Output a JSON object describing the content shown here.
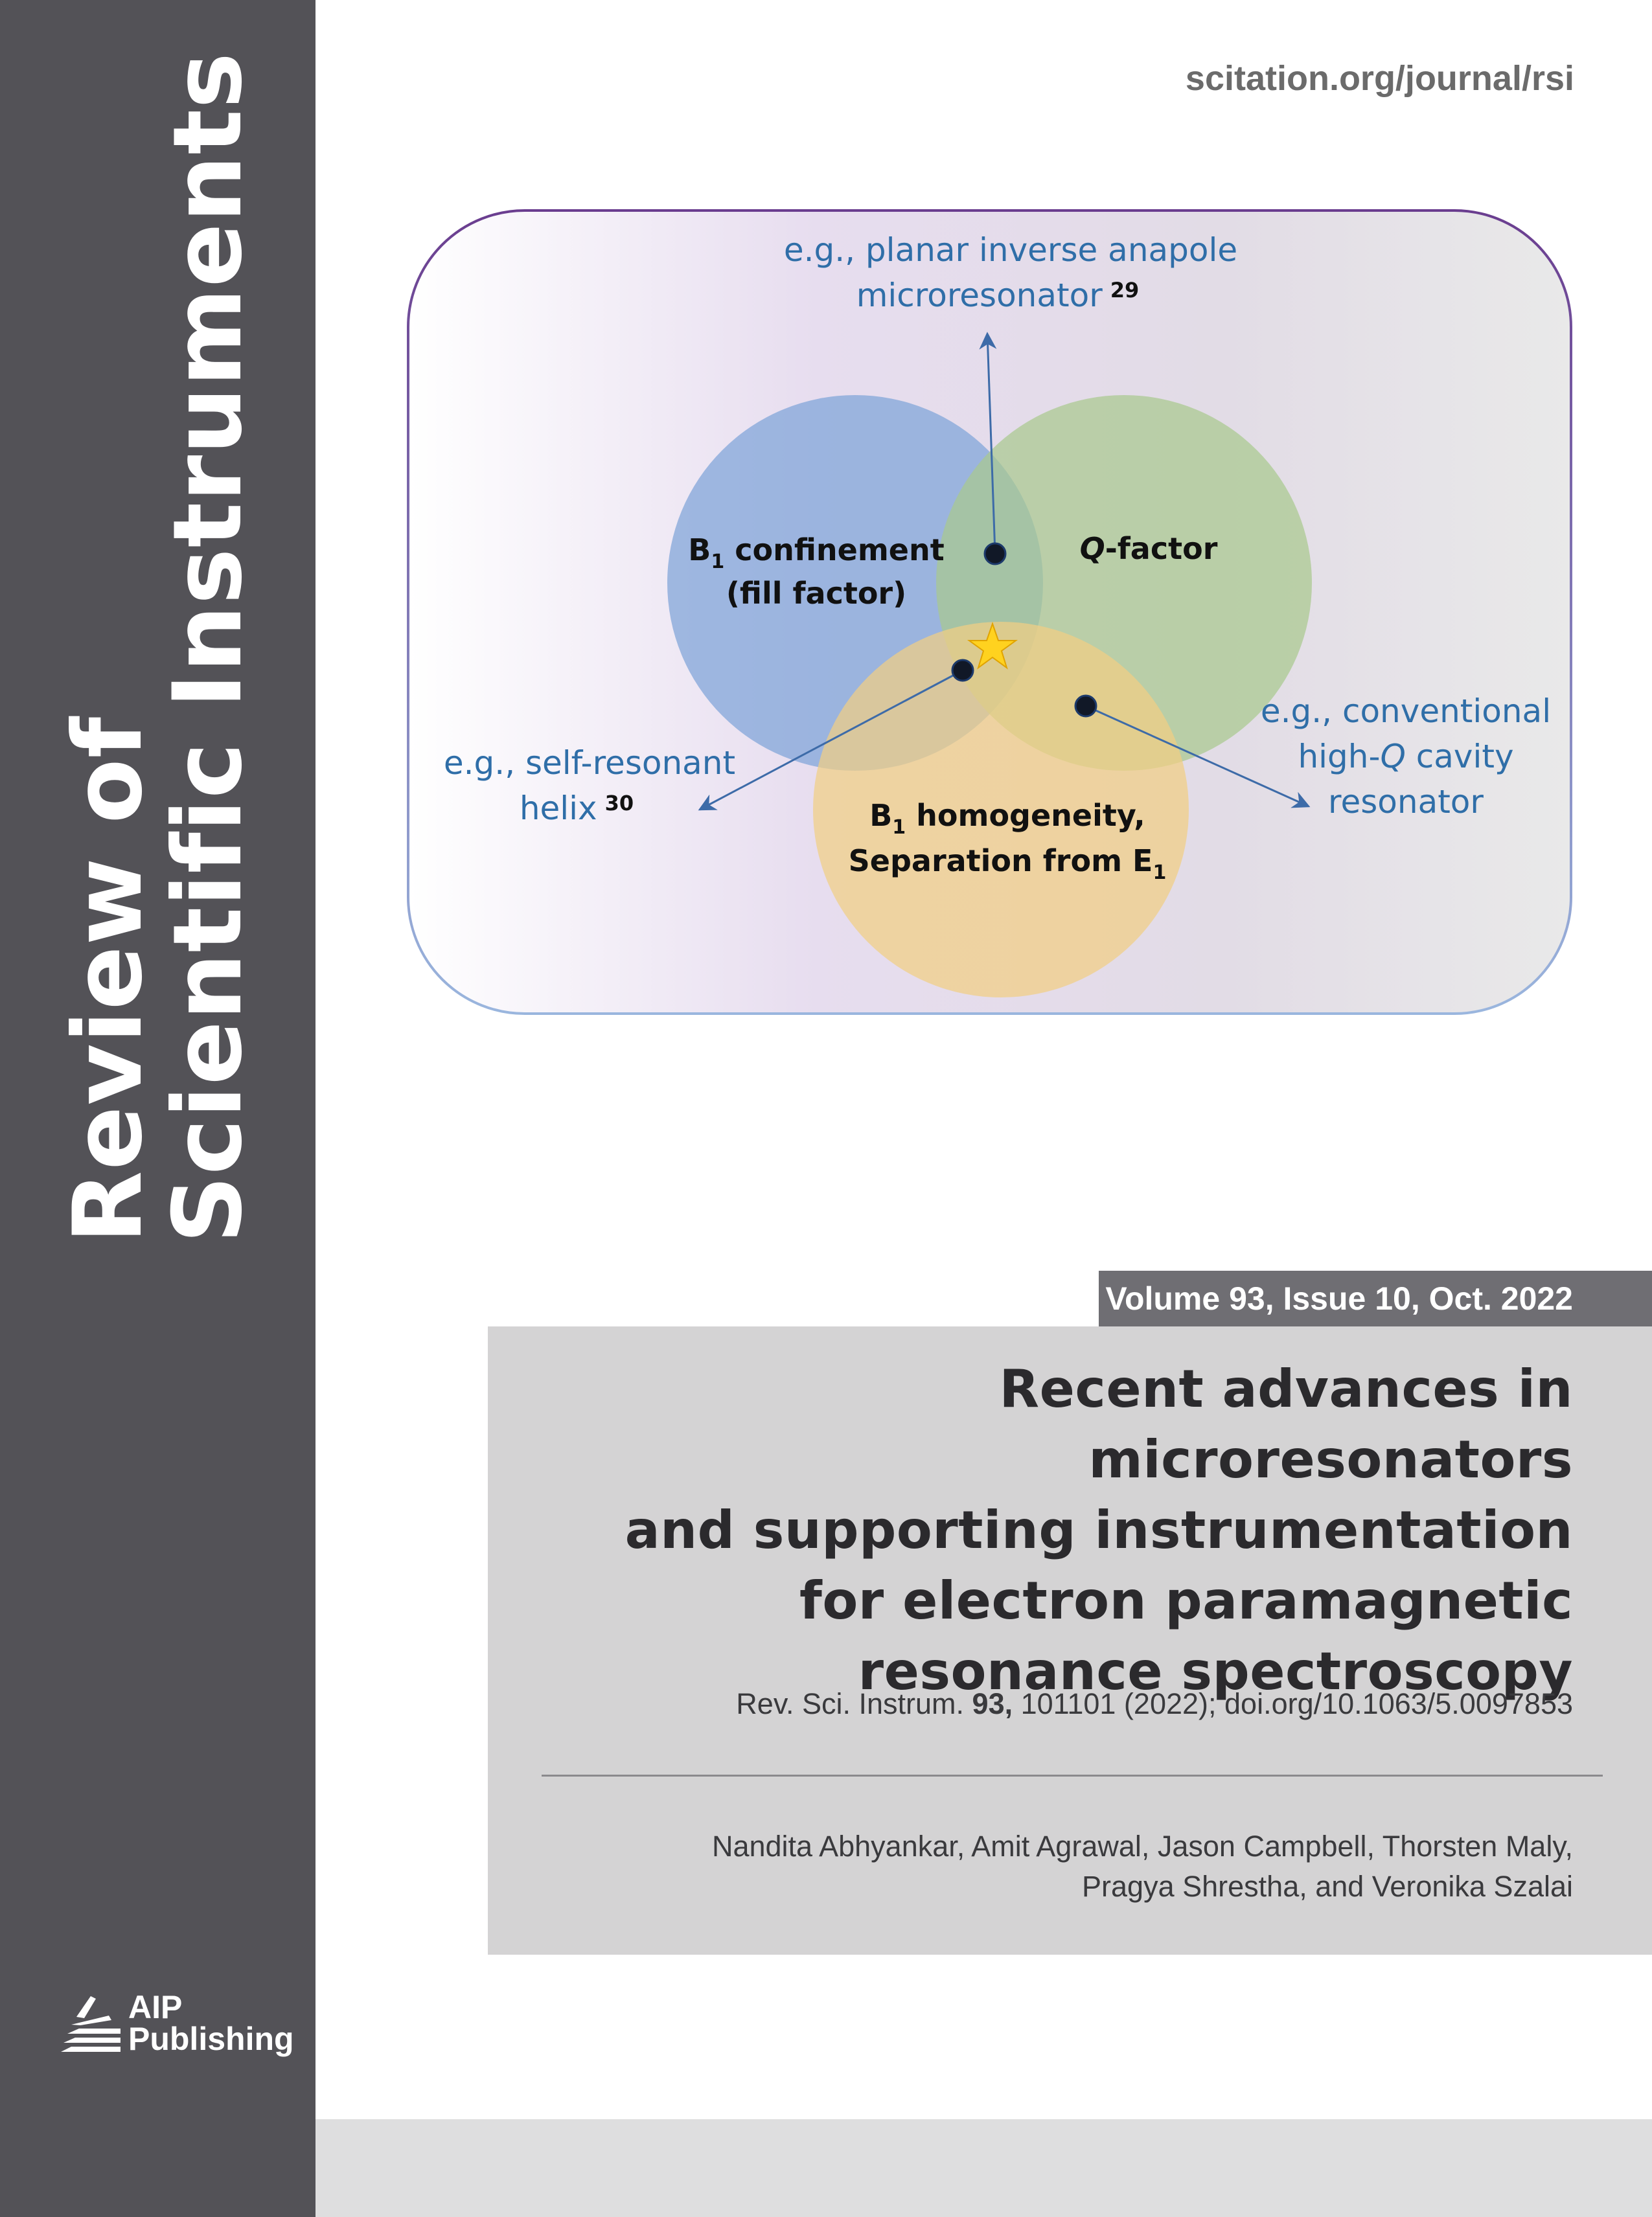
{
  "url": "scitation.org/journal/rsi",
  "journal": {
    "line1": "Review of",
    "line2": "Scientific Instruments"
  },
  "publisher": {
    "line1": "AIP",
    "line2": "Publishing"
  },
  "figure": {
    "top_label": {
      "line1": "e.g., planar inverse anapole",
      "line2": "microresonator",
      "ref": "29"
    },
    "left_label": {
      "line1": "e.g., self-resonant",
      "line2": "helix",
      "ref": "30"
    },
    "right_label": {
      "line1": "e.g., conventional",
      "line2_pre": "high-",
      "line2_q": "Q",
      "line2_post": " cavity",
      "line3": "resonator"
    },
    "circle_blue": {
      "b": "B",
      "sub": "1",
      "rest": " confinement",
      "line2": "(fill factor)",
      "color": "#7ea3d8"
    },
    "circle_green": {
      "q": "Q",
      "rest": "-factor",
      "color": "#a9c98f"
    },
    "circle_yellow": {
      "b": "B",
      "sub": "1",
      "rest": " homogeneity,",
      "line2": "Separation from E",
      "sub2": "1",
      "color": "#f1cf84"
    },
    "label_color": "#2f6ea8",
    "border_color": "#6a3d8f"
  },
  "volume": "Volume 93, Issue 10, Oct. 2022",
  "article": {
    "title": [
      "Recent advances in microresonators",
      "and supporting instrumentation",
      "for electron paramagnetic",
      "resonance spectroscopy"
    ],
    "citation": {
      "pre": "Rev. Sci. Instrum. ",
      "vol": "93,",
      "post": " 101101 (2022); doi.org/10.1063/5.0097853"
    },
    "authors": [
      "Nandita Abhyankar, Amit Agrawal, Jason Campbell, Thorsten Maly,",
      "Pragya Shrestha, and Veronika Szalai"
    ]
  },
  "colors": {
    "sidebar": "#535257",
    "volume_bar": "#6f6e73",
    "article_box": "#d4d3d4"
  }
}
